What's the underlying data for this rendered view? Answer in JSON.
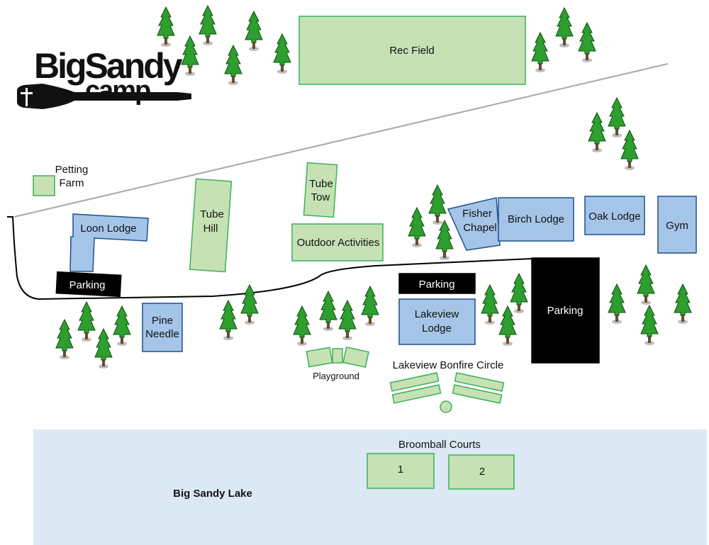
{
  "logo": {
    "line1": "BigSandy",
    "line2": "camp"
  },
  "lake": {
    "label": "Big Sandy Lake"
  },
  "buildings": {
    "rec_field": "Rec Field",
    "petting_farm": [
      "Petting",
      "Farm"
    ],
    "loon_lodge": "Loon Lodge",
    "tube_hill": [
      "Tube",
      "Hill"
    ],
    "tube_tow": [
      "Tube",
      "Tow"
    ],
    "outdoor_activities": "Outdoor Activities",
    "fisher_chapel": [
      "Fisher",
      "Chapel"
    ],
    "birch_lodge": "Birch Lodge",
    "oak_lodge": "Oak Lodge",
    "gym": "Gym",
    "parking_west": "Parking",
    "parking_center": "Parking",
    "parking_east": "Parking",
    "pine_needle": [
      "Pine",
      "Needle"
    ],
    "lakeview_lodge": [
      "Lakeview",
      "Lodge"
    ],
    "playground": "Playground",
    "bonfire_circle": "Lakeview Bonfire Circle",
    "broomball_title": "Broomball Courts",
    "court_1": "1",
    "court_2": "2"
  },
  "colors": {
    "green_fill": "#c6e2b4",
    "green_stroke": "#3caf5a",
    "blue_fill": "#a5c5e8",
    "blue_stroke": "#1f4f8b",
    "lake": "#dce9f5",
    "tree": "#2e9e2e"
  },
  "icons": {
    "tree": "pine-tree-icon",
    "paddle": "paddle-cross-icon"
  }
}
